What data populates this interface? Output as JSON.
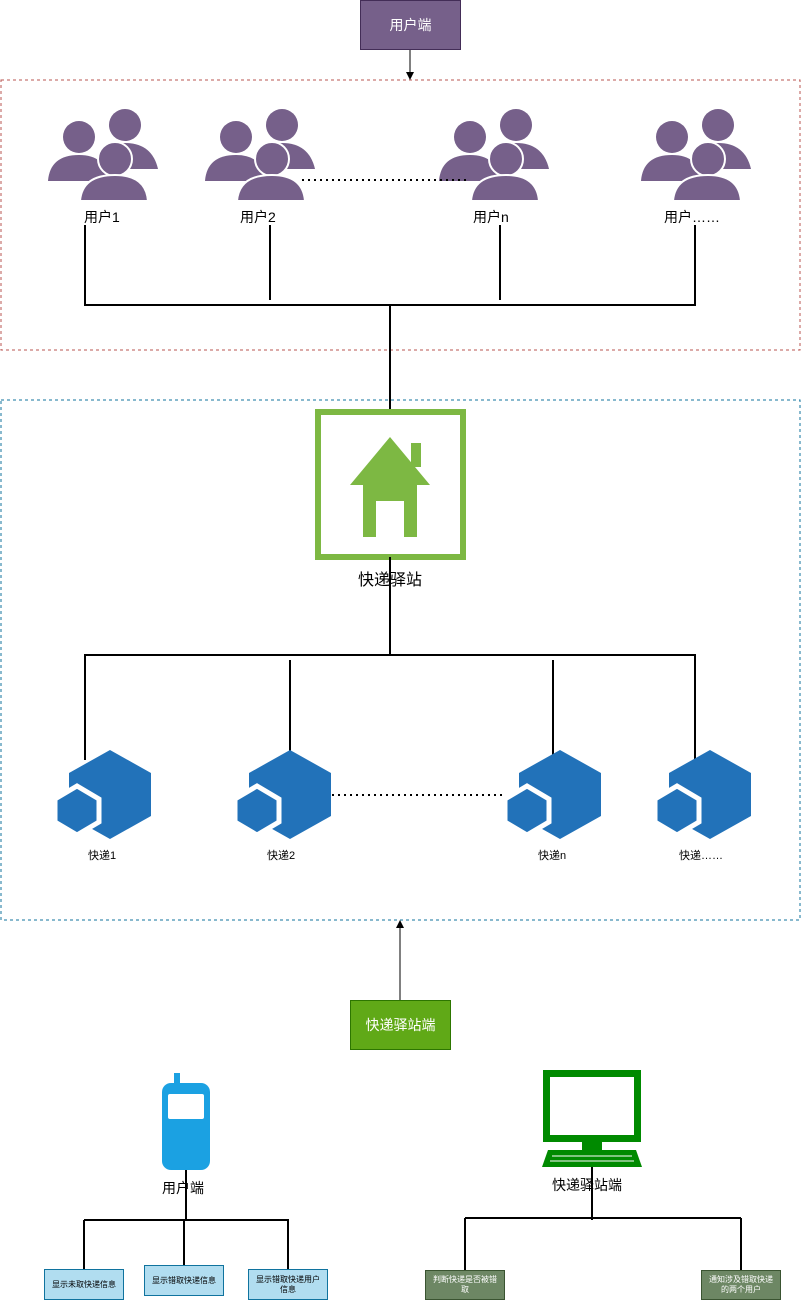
{
  "top_node": {
    "label": "用户端",
    "color": "#76608A"
  },
  "users": [
    {
      "label": "用户1"
    },
    {
      "label": "用户2"
    },
    {
      "label": "用户n"
    },
    {
      "label": "用户……"
    }
  ],
  "station": {
    "label": "快递驿站",
    "color": "#7DB843"
  },
  "parcels": [
    {
      "label": "快递1"
    },
    {
      "label": "快递2"
    },
    {
      "label": "快递n"
    },
    {
      "label": "快递……"
    }
  ],
  "station_client_node": {
    "label": "快递驿站端",
    "color": "#60A917"
  },
  "user_client": {
    "label": "用户端",
    "features": [
      {
        "label": "显示未取快递信息"
      },
      {
        "label": "显示错取快递信息"
      },
      {
        "label": "显示错取快递用户信息"
      }
    ]
  },
  "station_client": {
    "label": "快递驿站端",
    "features": [
      {
        "label": "判断快递是否被错取"
      },
      {
        "label": "通知涉及错取快递的两个用户"
      }
    ]
  },
  "colors": {
    "user_group_border": "#B85450",
    "station_group_border": "#10739E",
    "user_icon": "#76608A",
    "parcel_icon": "#2272B9",
    "phone": "#1BA1E2",
    "monitor": "#008A00",
    "feature_user_fill": "#B1DDF0",
    "feature_user_border": "#10739E",
    "feature_station_fill": "#6D8764",
    "feature_station_border": "#3A5431"
  }
}
